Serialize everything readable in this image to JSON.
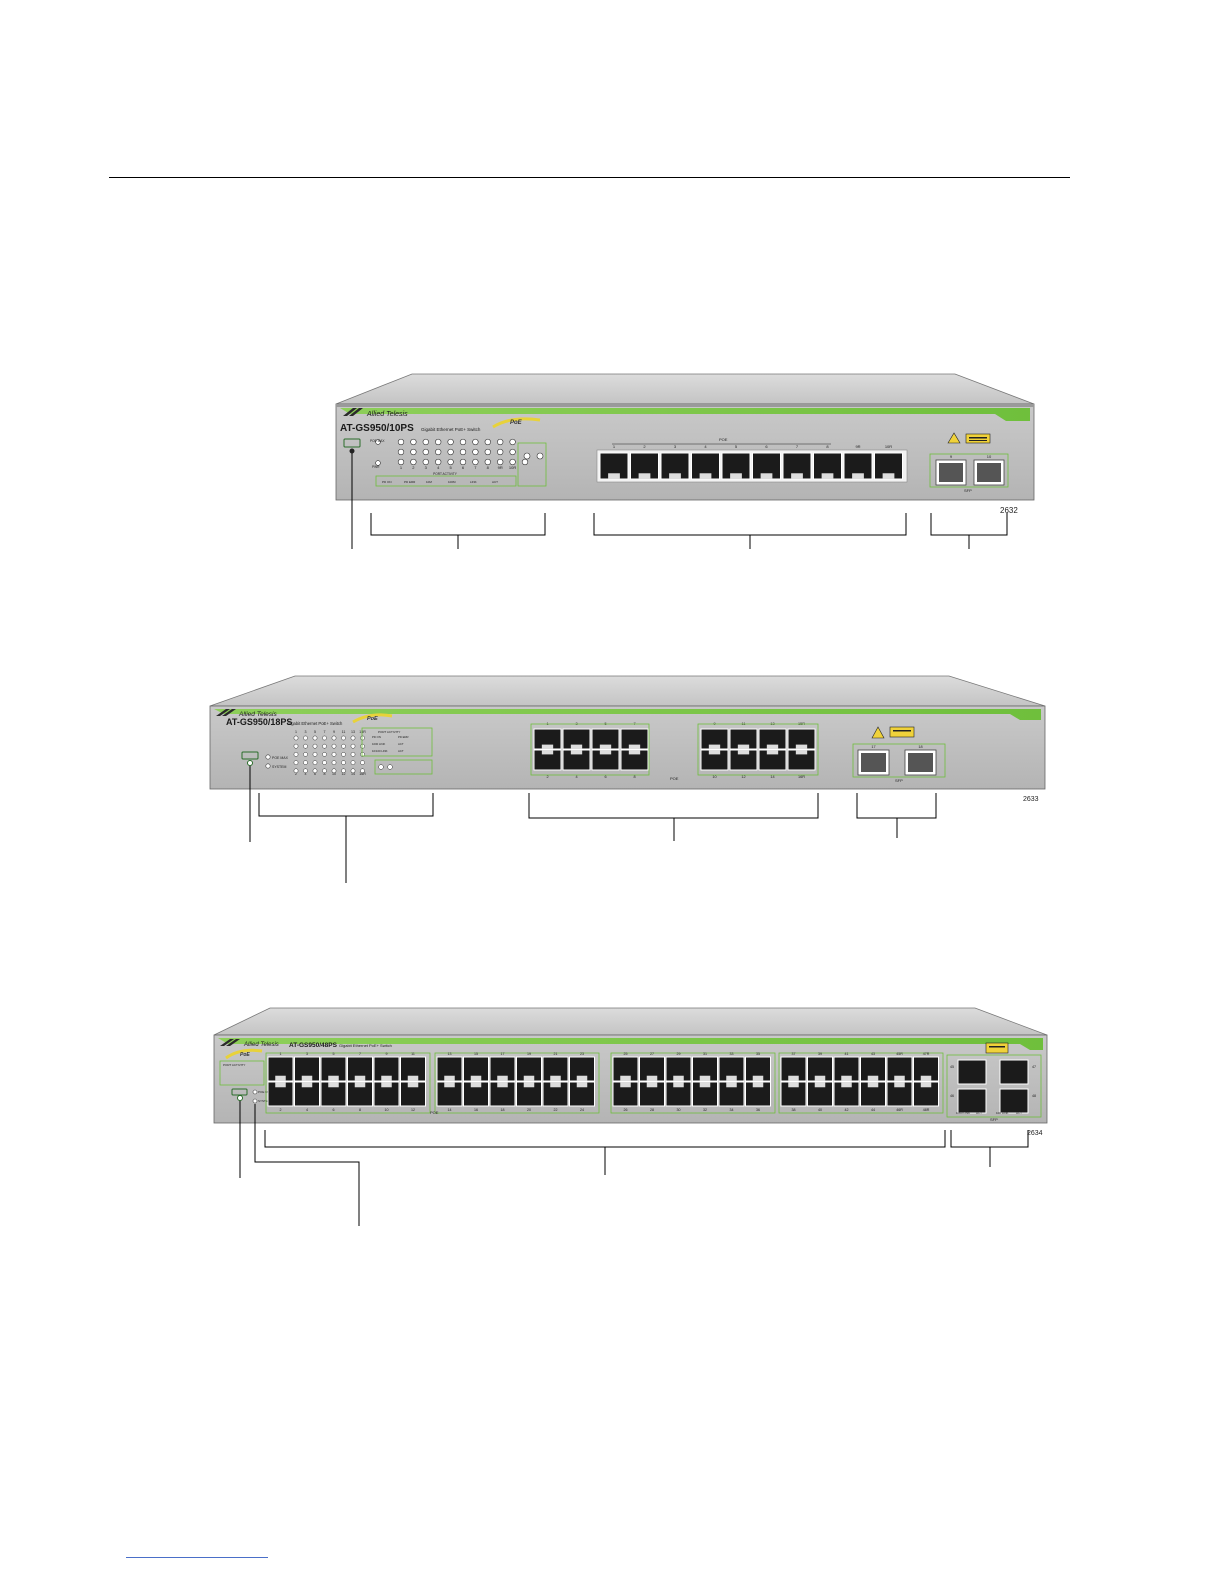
{
  "figures": [
    {
      "brand": "Allied Telesis",
      "model": "AT-GS950/10PS",
      "subtitle": "Gigabit Ethernet PoE+ Switch",
      "poe_logo": "PoE",
      "fig_number": "2632",
      "port_numbers": [
        "1",
        "2",
        "3",
        "4",
        "5",
        "6",
        "7",
        "8",
        "9R",
        "10R"
      ],
      "port_group_label": "POE",
      "sfp_numbers": [
        "9",
        "10"
      ],
      "sfp_label": "SFP",
      "led_labels": [
        "POE MAX",
        "PWR"
      ],
      "led_legend": [
        "PORT ACTIVITY",
        "PD ON",
        "PD ERR",
        "10M",
        "100M",
        "LINK",
        "ACT"
      ]
    },
    {
      "brand": "Allied Telesis",
      "model": "AT-GS950/18PS",
      "subtitle": "Gigabit Ethernet PoE+ Switch",
      "poe_logo": "PoE",
      "fig_number": "2633",
      "port_numbers_top": [
        "1",
        "3",
        "5",
        "7",
        "9",
        "11",
        "13",
        "15R"
      ],
      "port_numbers_bottom": [
        "2",
        "4",
        "6",
        "8",
        "10",
        "12",
        "14",
        "16R"
      ],
      "port_group_label": "POE",
      "sfp_numbers": [
        "17",
        "18"
      ],
      "sfp_label": "SFP",
      "led_labels": [
        "POE MAX",
        "SYSTEM"
      ],
      "led_legend": [
        "PORT ACTIVITY",
        "PD ON",
        "PD ERR",
        "1000 LINK",
        "ACT",
        "10/100 LINK",
        "ACT"
      ]
    },
    {
      "brand": "Allied Telesis",
      "model": "AT-GS950/48PS",
      "subtitle": "Gigabit Ethernet PoE+ Switch",
      "poe_logo": "PoE",
      "fig_number": "2634",
      "port_numbers_top": [
        "1",
        "3",
        "5",
        "7",
        "9",
        "11",
        "13",
        "15",
        "17",
        "19",
        "21",
        "23",
        "25",
        "27",
        "29",
        "31",
        "33",
        "35",
        "37",
        "39",
        "41",
        "43",
        "45R",
        "47R"
      ],
      "port_numbers_bottom": [
        "2",
        "4",
        "6",
        "8",
        "10",
        "12",
        "14",
        "16",
        "18",
        "20",
        "22",
        "24",
        "26",
        "28",
        "30",
        "32",
        "34",
        "36",
        "38",
        "40",
        "42",
        "44",
        "46R",
        "48R"
      ],
      "port_group_label": "POE",
      "sfp_numbers": [
        "45",
        "46",
        "47",
        "48"
      ],
      "sfp_label": "SFP",
      "sfp_legend": [
        "1000 LINK",
        "ACT",
        "100 LINK",
        "ACT"
      ],
      "led_labels": [
        "PORT ACTIVITY",
        "POE MAX",
        "SYSTEM"
      ]
    }
  ]
}
